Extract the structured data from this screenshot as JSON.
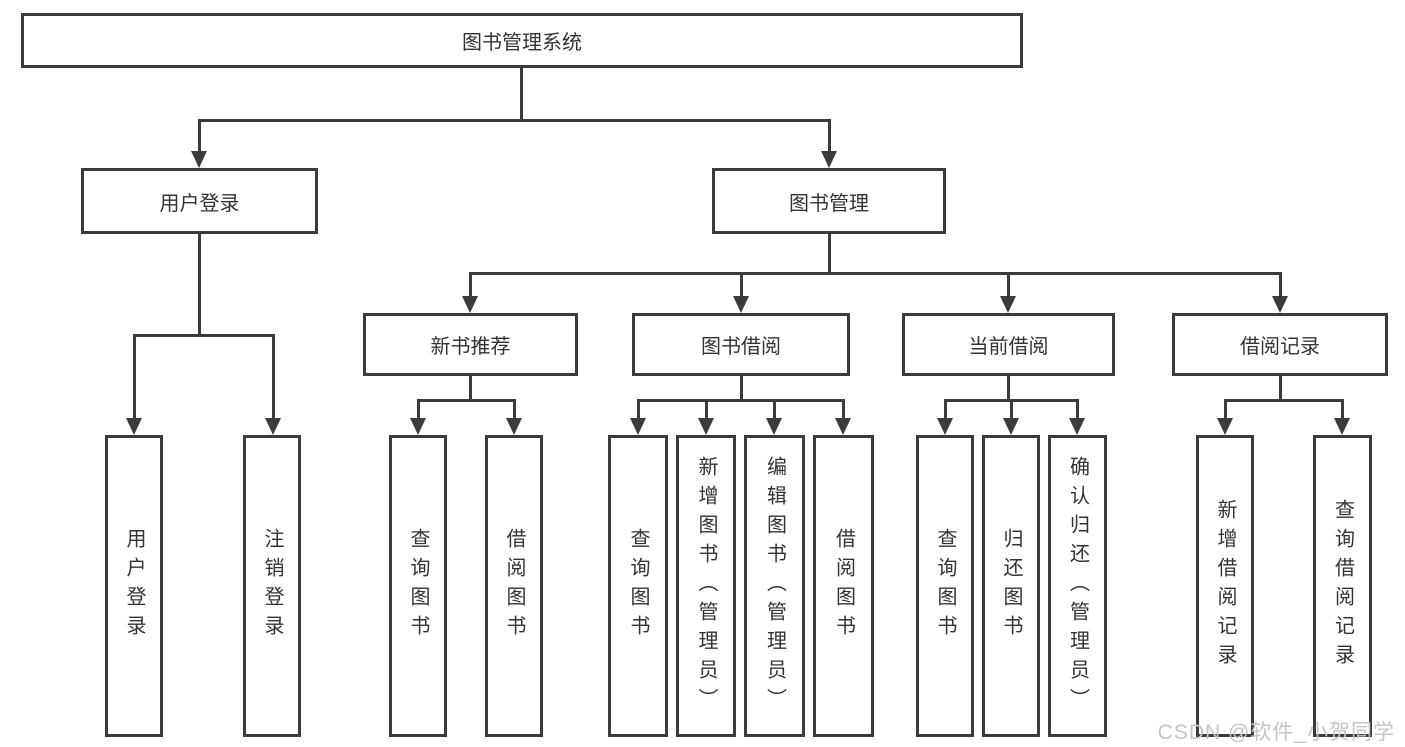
{
  "tree": {
    "root": {
      "label": "图书管理系统"
    },
    "branches": [
      {
        "label": "用户登录",
        "children": [
          {
            "label": "用户登录"
          },
          {
            "label": "注销登录"
          }
        ]
      },
      {
        "label": "图书管理",
        "children": [
          {
            "label": "新书推荐",
            "children": [
              {
                "label": "查询图书"
              },
              {
                "label": "借阅图书"
              }
            ]
          },
          {
            "label": "图书借阅",
            "children": [
              {
                "label": "查询图书"
              },
              {
                "label": "新增图书（管理员）"
              },
              {
                "label": "编辑图书（管理员）"
              },
              {
                "label": "借阅图书"
              }
            ]
          },
          {
            "label": "当前借阅",
            "children": [
              {
                "label": "查询图书"
              },
              {
                "label": "归还图书"
              },
              {
                "label": "确认归还（管理员）"
              }
            ]
          },
          {
            "label": "借阅记录",
            "children": [
              {
                "label": "新增借阅记录"
              },
              {
                "label": "查询借阅记录"
              }
            ]
          }
        ]
      }
    ]
  },
  "watermark": {
    "text": "CSDN @软件_小贺同学"
  },
  "colors": {
    "line": "#3b3b3b",
    "box_border": "#3b3b3b",
    "text": "#333333",
    "watermark": "#c6c6c6",
    "background": "#ffffff"
  }
}
